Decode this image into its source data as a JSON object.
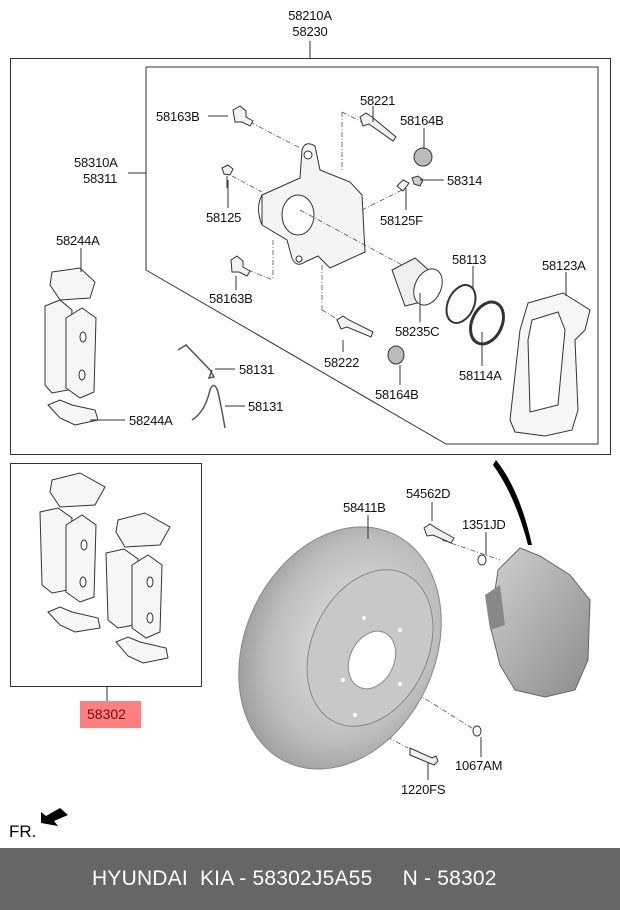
{
  "diagram": {
    "title_labels": [
      "58210A",
      "58230"
    ],
    "caliper_assembly_labels": [
      "58310A",
      "58311"
    ],
    "callouts": {
      "bolt_top": "58163B",
      "guide_pin_top": "58221",
      "boot_top": "58164B",
      "bleeder_cap": "58314",
      "bracket_bolt_small": "58125",
      "bleeder_screw": "58125F",
      "bolt_bottom": "58163B",
      "piston_seal": "58113",
      "carrier_bracket": "58123A",
      "piston": "58235C",
      "guide_pin_bottom": "58222",
      "piston_boot": "58114A",
      "boot_bottom": "58164B",
      "pad_clip_top": "58244A",
      "pad_clip_bottom": "58244A",
      "spring_upper": "58131",
      "spring_lower": "58131",
      "disc": "58411B",
      "caliper_bolt": "54562D",
      "washer": "1351JD",
      "screw": "1220FS",
      "plug": "1067AM"
    },
    "highlighted_part": "58302",
    "front_indicator": "FR."
  },
  "footer": {
    "text": "HYUNDAI  KIA - 58302J5A55     N - 58302"
  },
  "colors": {
    "highlight_bg": "#fd8080",
    "highlight_text": "#7a0d0d",
    "footer_bg": "#666666",
    "footer_text": "#ffffff",
    "line": "#333333",
    "part_fill": "#d8d8d8"
  }
}
